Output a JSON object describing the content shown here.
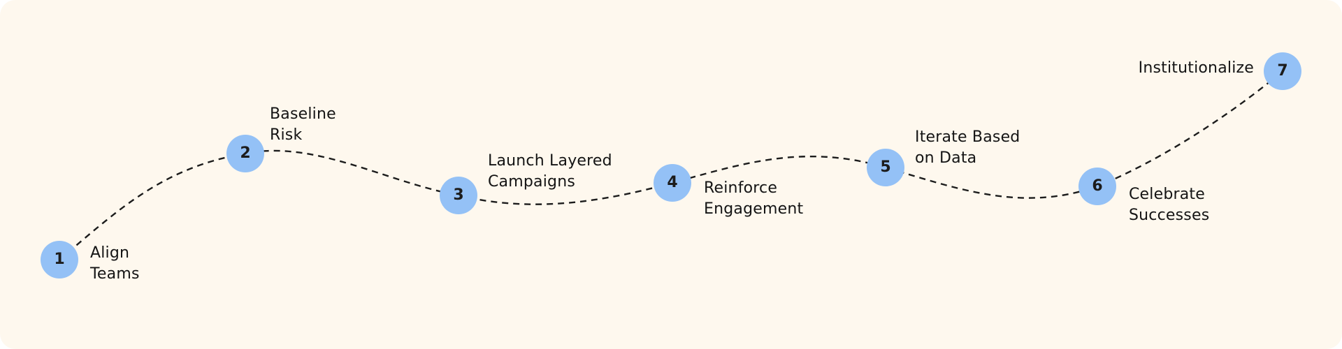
{
  "roadmap": {
    "node_color": "#94c1f6",
    "background_color": "#fef8ee",
    "connector": "dashed curve",
    "steps": [
      {
        "number": "1",
        "label_lines": [
          "Align",
          "Teams"
        ]
      },
      {
        "number": "2",
        "label_lines": [
          "Baseline",
          "Risk"
        ]
      },
      {
        "number": "3",
        "label_lines": [
          "Launch Layered",
          "Campaigns"
        ]
      },
      {
        "number": "4",
        "label_lines": [
          "Reinforce",
          "Engagement"
        ]
      },
      {
        "number": "5",
        "label_lines": [
          "Iterate Based",
          "on Data"
        ]
      },
      {
        "number": "6",
        "label_lines": [
          "Celebrate",
          "Successes"
        ]
      },
      {
        "number": "7",
        "label_lines": [
          "Institutionalize"
        ]
      }
    ]
  }
}
